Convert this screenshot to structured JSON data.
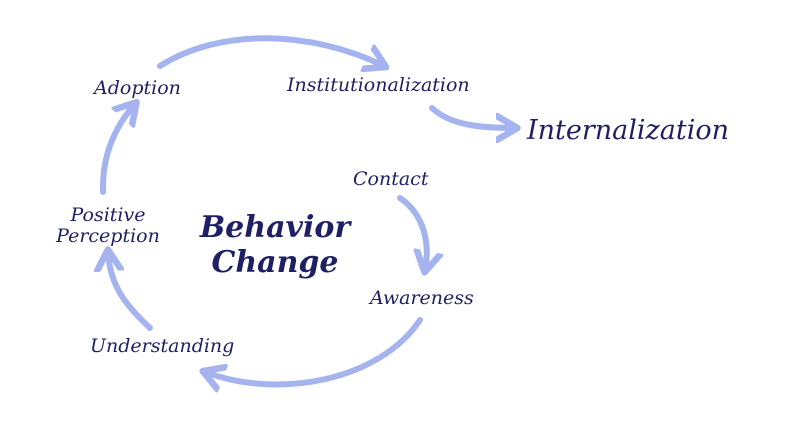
{
  "diagram": {
    "center": {
      "line1": "Behavior",
      "line2": "Change"
    },
    "nodes": {
      "adoption": "Adoption",
      "institutionalization": "Institutionalization",
      "internalization": "Internalization",
      "contact": "Contact",
      "awareness": "Awareness",
      "understanding": "Understanding",
      "positive_perception": {
        "line1": "Positive",
        "line2": "Perception"
      }
    },
    "colors": {
      "arrow": "#a5b4ef",
      "text": "#1f1f66",
      "background": "#ffffff"
    }
  }
}
